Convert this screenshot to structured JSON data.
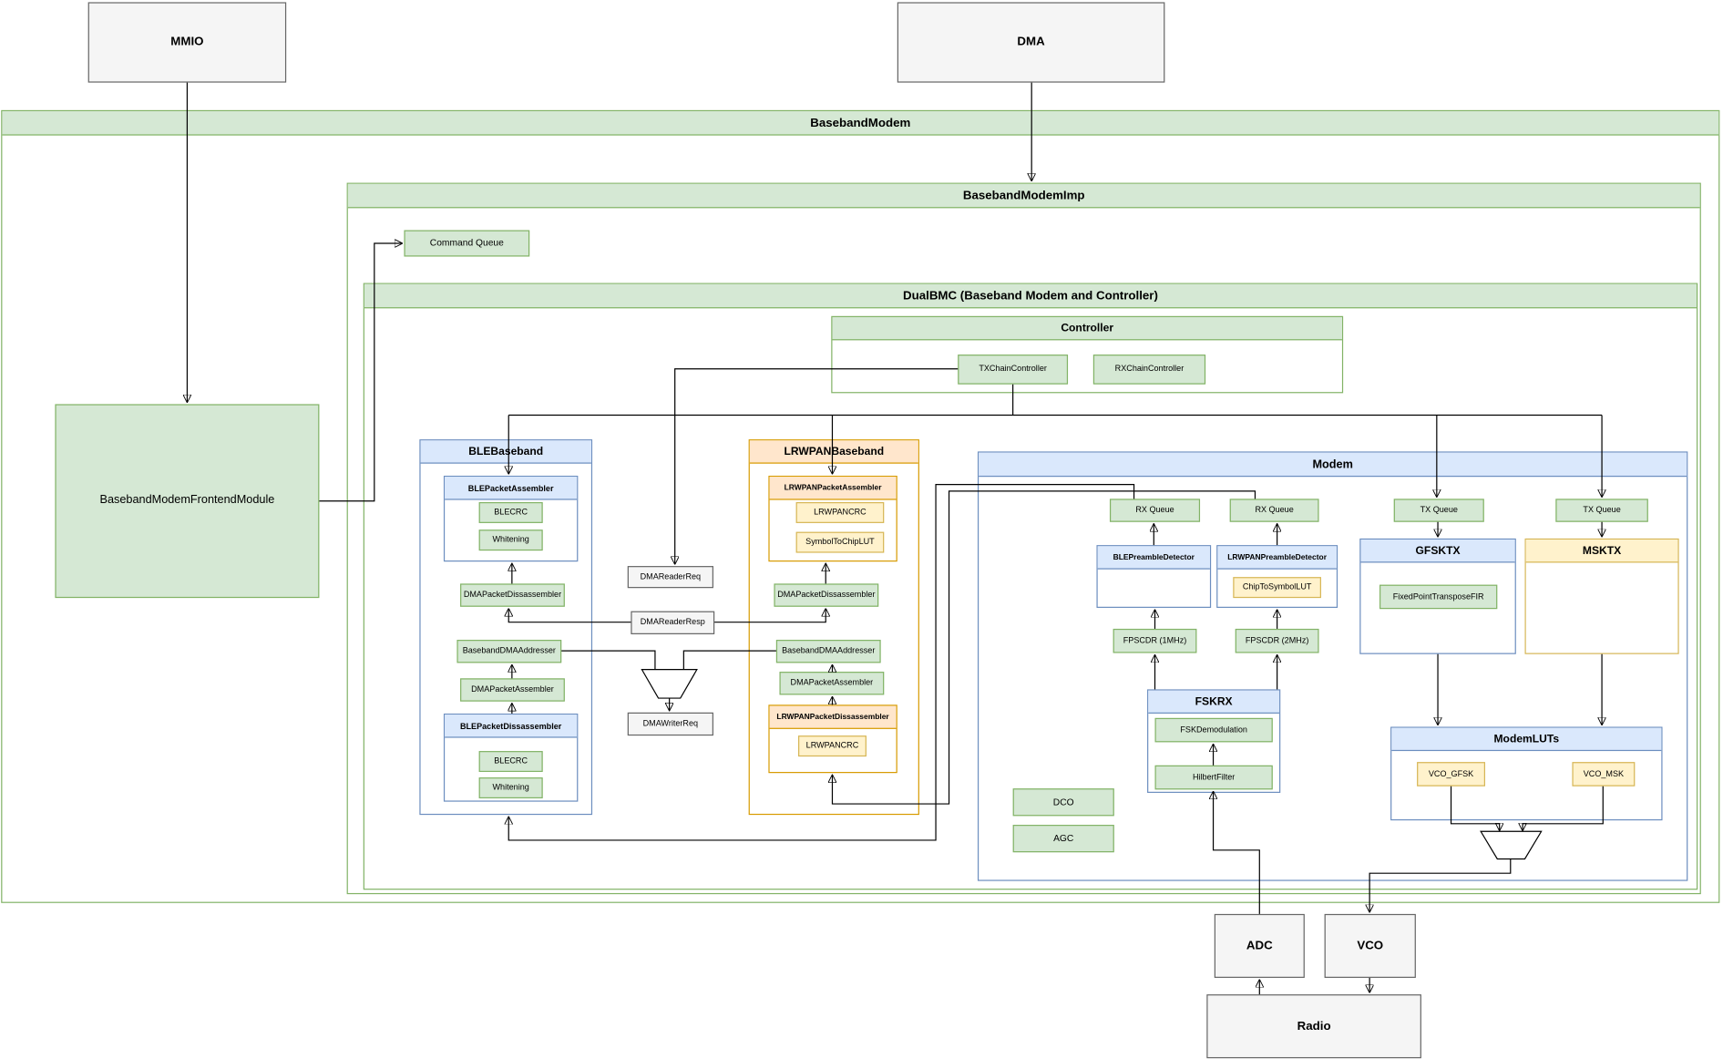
{
  "colors": {
    "green_fill": "#d5e8d4",
    "green_stroke": "#82b366",
    "blue_fill": "#dae8fc",
    "blue_stroke": "#6c8ebf",
    "orange_fill": "#ffe6cc",
    "orange_stroke": "#d79b00",
    "yellow_fill": "#fff2cc",
    "yellow_stroke": "#d6b656",
    "gray_fill": "#f5f5f5",
    "gray_stroke": "#666666"
  },
  "external": {
    "mmio": "MMIO",
    "dma": "DMA",
    "adc": "ADC",
    "vco": "VCO",
    "radio": "Radio"
  },
  "top": {
    "baseband_modem": "BasebandModem",
    "frontend": "BasebandModemFrontendModule",
    "imp": "BasebandModemImp",
    "command_queue": "Command Queue",
    "dual_bmc": "DualBMC (Baseband Modem and Controller)"
  },
  "controller": {
    "title": "Controller",
    "tx_chain": "TXChainController",
    "rx_chain": "RXChainController"
  },
  "dma_io": {
    "reader_req": "DMAReaderReq",
    "reader_resp": "DMAReaderResp",
    "writer_req": "DMAWriterReq"
  },
  "ble": {
    "title": "BLEBaseband",
    "assembler": "BLEPacketAssembler",
    "crc": "BLECRC",
    "whitening": "Whitening",
    "dma_dissassembler": "DMAPacketDissassembler",
    "dma_addresser": "BasebandDMAAddresser",
    "dma_assembler": "DMAPacketAssembler",
    "dissassembler": "BLEPacketDissassembler"
  },
  "lrwpan": {
    "title": "LRWPANBaseband",
    "assembler": "LRWPANPacketAssembler",
    "crc": "LRWPANCRC",
    "symbol_to_chip": "SymbolToChipLUT",
    "dma_dissassembler": "DMAPacketDissassembler",
    "dma_addresser": "BasebandDMAAddresser",
    "dma_assembler": "DMAPacketAssembler",
    "dissassembler": "LRWPANPacketDissassembler"
  },
  "modem": {
    "title": "Modem",
    "rx_queue": "RX Queue",
    "tx_queue": "TX Queue",
    "ble_preamble": "BLEPreambleDetector",
    "lrwpan_preamble": "LRWPANPreambleDetector",
    "chip_to_symbol": "ChipToSymbolLUT",
    "fpscdr_1mhz": "FPSCDR (1MHz)",
    "fpscdr_2mhz": "FPSCDR (2MHz)",
    "gfsktx": "GFSKTX",
    "msktx": "MSKTX",
    "fir": "FixedPointTransposeFIR",
    "fskrx": "FSKRX",
    "fsk_demod": "FSKDemodulation",
    "hilbert": "HilbertFilter",
    "dco": "DCO",
    "agc": "AGC",
    "modem_luts": "ModemLUTs",
    "vco_gfsk": "VCO_GFSK",
    "vco_msk": "VCO_MSK"
  }
}
